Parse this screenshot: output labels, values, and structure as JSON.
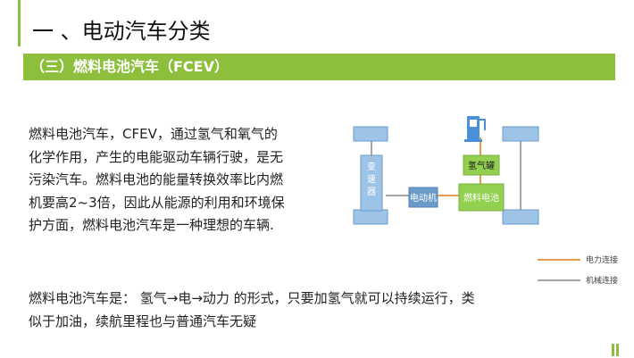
{
  "header": {
    "title": "一 、电动汽车分类"
  },
  "section": {
    "title": "（三）燃料电池汽车（FCEV）"
  },
  "body": {
    "paragraph1_lines": [
      "燃料电池汽车，CFEV，通过氢气和氧气的",
      "化学作用，产生的电能驱动车辆行驶，是无",
      "污染汽车。燃料电池的能量转换效率比内燃",
      "机要高2~3倍，因此从能源的利用和环境保",
      "护方面，燃料电池汽车是一种理想的车辆."
    ],
    "paragraph2_lines": [
      "燃料电池汽车是： 氢气→电→动力 的形式，只要加氢气就可以持续运行，类",
      "似于加油，续航里程也与普通汽车无疑"
    ]
  },
  "diagram": {
    "transmission_label_chars": [
      "变",
      "速",
      "器"
    ],
    "motor_label": "电动机",
    "hydrogen_tank_label": "氢气罐",
    "fuel_cell_label": "燃料电池"
  },
  "legend": {
    "electric_label": "电力连接",
    "mechanical_label": "机械连接"
  },
  "colors": {
    "accent": "#8dbf3c",
    "box_blue": "#9dc3e6",
    "box_blue_border": "#6a9bc9",
    "box_green": "#92d050",
    "electric_line": "#e59a4c",
    "mechanical_line": "#a6a6a6"
  }
}
